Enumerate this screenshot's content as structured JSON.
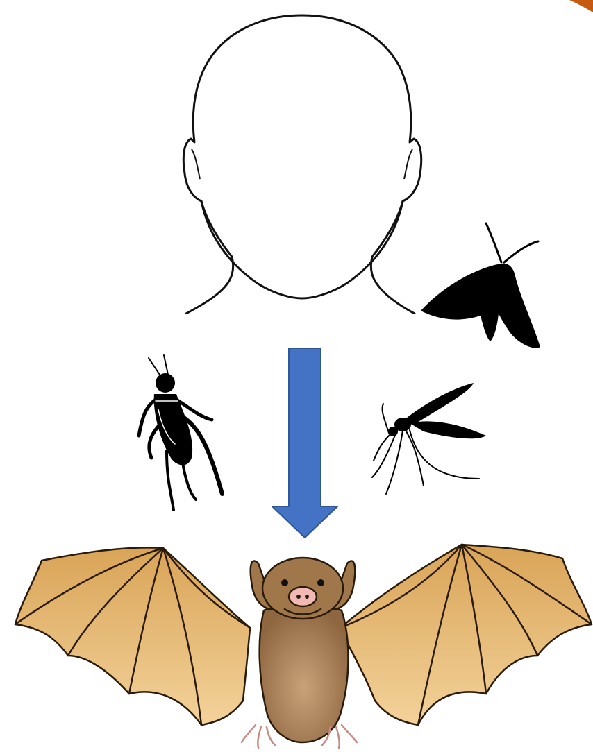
{
  "diagram": {
    "nodes": [
      {
        "id": "human-head",
        "kind": "human head outline"
      },
      {
        "id": "moth",
        "kind": "moth silhouette"
      },
      {
        "id": "cricket",
        "kind": "cricket silhouette"
      },
      {
        "id": "mosquito",
        "kind": "mosquito silhouette"
      },
      {
        "id": "bat",
        "kind": "cartoon bat"
      }
    ],
    "arrow": {
      "direction": "down",
      "color": "#4472C4",
      "outline": "#2F5597"
    },
    "colors": {
      "bat_wing": "#E8B96C",
      "bat_wing_dark": "#C48A3C",
      "bat_body": "#A0774B",
      "bat_nose": "#F2B9B4",
      "insect": "#000000",
      "corner_accent": "#C55A11"
    }
  }
}
